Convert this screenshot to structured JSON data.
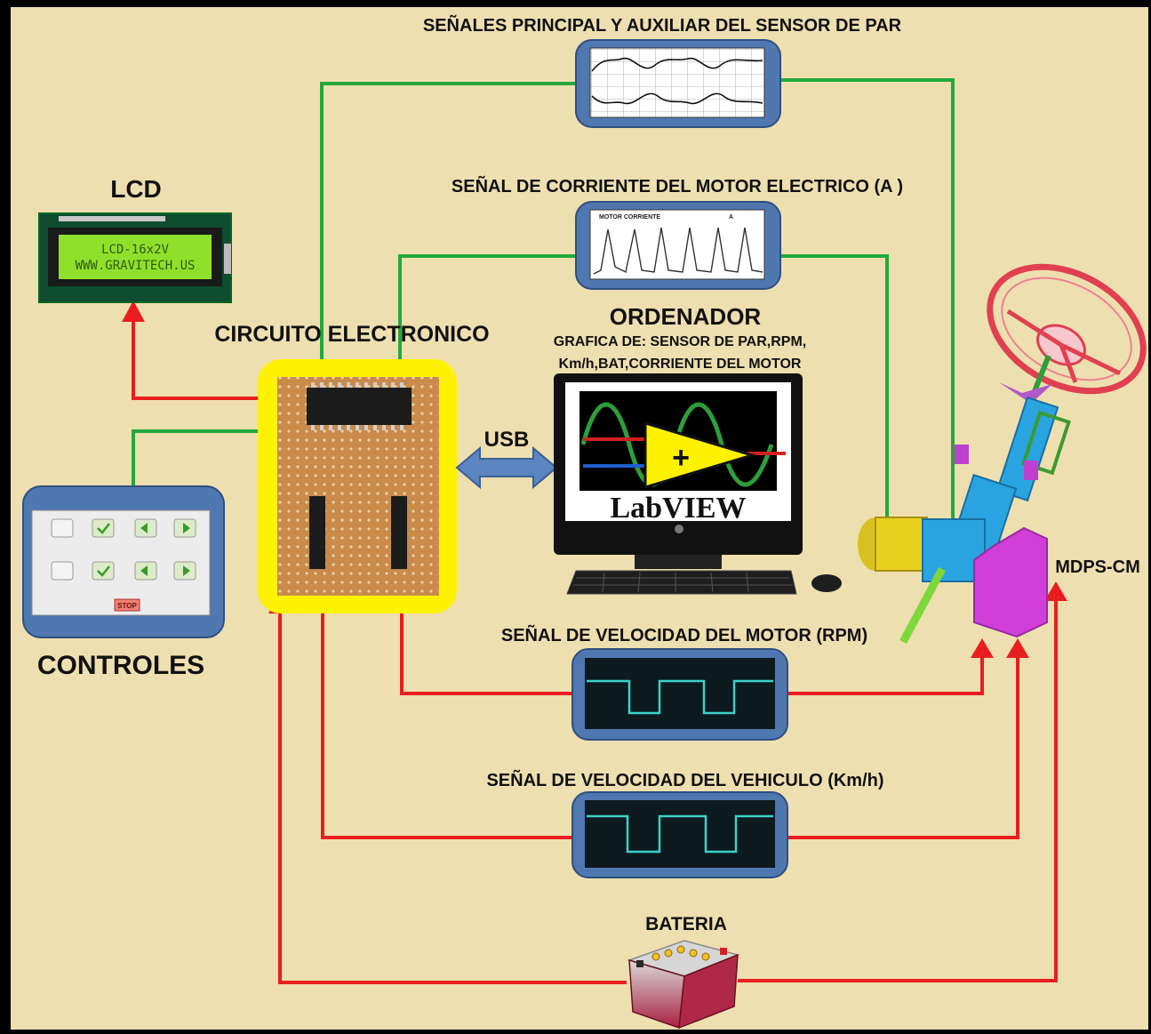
{
  "labels": {
    "torque_signals": "SEÑALES PRINCIPAL Y AUXILIAR DEL SENSOR DE PAR",
    "motor_current_signal": "SEÑAL DE CORRIENTE DEL MOTOR ELECTRICO (A )",
    "lcd": "LCD",
    "circuit": "CIRCUITO ELECTRONICO",
    "computer": "ORDENADOR",
    "computer_sub_1": "GRAFICA DE: SENSOR DE PAR,RPM,",
    "computer_sub_2": "Km/h,BAT,CORRIENTE DEL MOTOR",
    "usb": "USB",
    "controls": "CONTROLES",
    "mdps": "MDPS-CM",
    "rpm_signal": "SEÑAL DE VELOCIDAD DEL MOTOR (RPM)",
    "speed_signal": "SEÑAL DE VELOCIDAD DEL VEHICULO (Km/h)",
    "battery": "BATERIA"
  },
  "lcd_screen": {
    "line1": "LCD-16x2V",
    "line2": "WWW.GRAVITECH.US"
  },
  "current_scope_header": {
    "left": "MOTOR CORRIENTE",
    "right": "A"
  },
  "controls_panel": {
    "stop_label": "STOP"
  },
  "labview_logo": "LabVIEW",
  "colors": {
    "background": "#EEDFB0",
    "power_line": "#E81E1E",
    "signal_line": "#22A83C",
    "usb_arrow": "#5B86C0",
    "circuit_frame": "#FFF200",
    "panel_frame": "#4F78B0",
    "lcd_green": "#8FE02A"
  },
  "icons": [
    "lcd-module",
    "protoboard",
    "ic-chip",
    "monitor",
    "labview-logo",
    "steering-column",
    "battery",
    "oscilloscope-trace",
    "square-wave-trace"
  ]
}
